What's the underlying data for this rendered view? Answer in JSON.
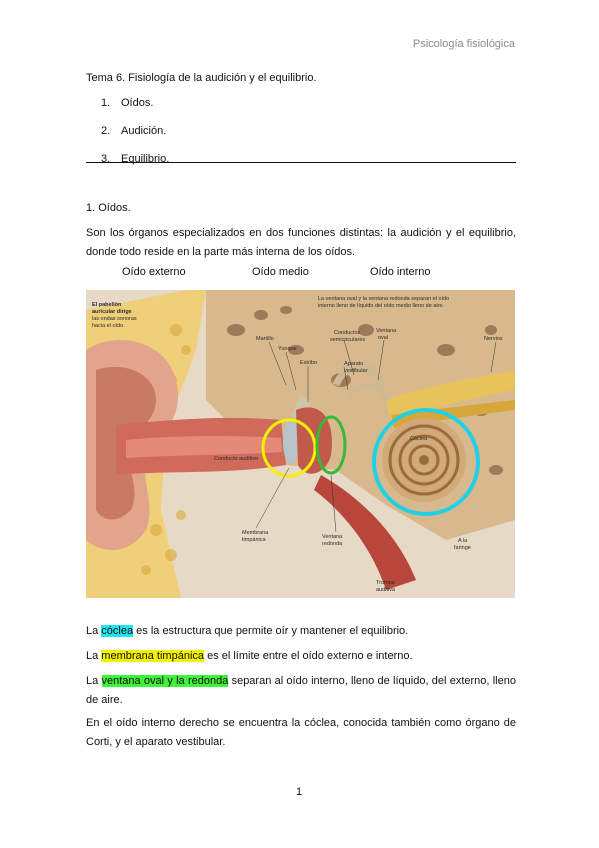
{
  "running_head": "Psicología fisiológica",
  "title": "Tema 6.  Fisiología de la audición y el equilibrio.",
  "toc": [
    {
      "num": "1.",
      "label": "Oídos."
    },
    {
      "num": "2.",
      "label": "Audición."
    },
    {
      "num": "3.",
      "label": "Equilibrio."
    }
  ],
  "section": {
    "heading": "1.  Oídos."
  },
  "intro": "Son los órganos especializados en dos funciones distintas: la audición y el equilibrio, donde todo reside en la parte más interna de los oídos.",
  "figure_labels": {
    "external": "Oído externo",
    "middle": "Oído medio",
    "internal": "Oído interno"
  },
  "figure": {
    "pabellon_1": "El pabellón",
    "pabellon_2": "auricular dirige",
    "pabellon_3": "las ondas sonoras",
    "pabellon_4": "hacia el oído.",
    "ventana_note_1": "La ventana oval y la ventana redonda separan el oído",
    "ventana_note_2": "interno lleno de líquido del oído medio lleno de aire.",
    "martillo": "Martillo",
    "yunque": "Yunque",
    "estribo": "Estribo",
    "conductos_1": "Conductos",
    "conductos_2": "semicirculares",
    "ventana_oval_1": "Ventana",
    "ventana_oval_2": "oval",
    "nervios": "Nervios",
    "aparato_1": "Aparato",
    "aparato_2": "vestibular",
    "coclea": "Cóclea",
    "conducto": "Conducto auditivo",
    "membrana_1": "Membrana",
    "membrana_2": "timpánica",
    "ventana_red_1": "Ventana",
    "ventana_red_2": "redonda",
    "faringe_1": "A la",
    "faringe_2": "faringe",
    "trompa_1": "Trompa",
    "trompa_2": "auditiva"
  },
  "highlights": {
    "cyan": "#22e4ee",
    "yellow": "#f3f000",
    "green": "#3ff23a"
  },
  "paragraphs": {
    "p1_pre": "La ",
    "p1_hl": "cóclea",
    "p1_post": " es la estructura que permite oír y mantener el equilibrio.",
    "p2_pre": "La ",
    "p2_hl": "membrana timpánica",
    "p2_post": " es el límite entre el oído externo e interno.",
    "p3_pre": "La ",
    "p3_hl": "ventana oval y la redonda",
    "p3_post": " separan al oído interno, lleno de líquido, del externo, lleno de aire.",
    "p4": "En el oído interno derecho se encuentra la cóclea, conocida también como órgano de Corti, y el aparato vestibular."
  },
  "page_number": "1"
}
